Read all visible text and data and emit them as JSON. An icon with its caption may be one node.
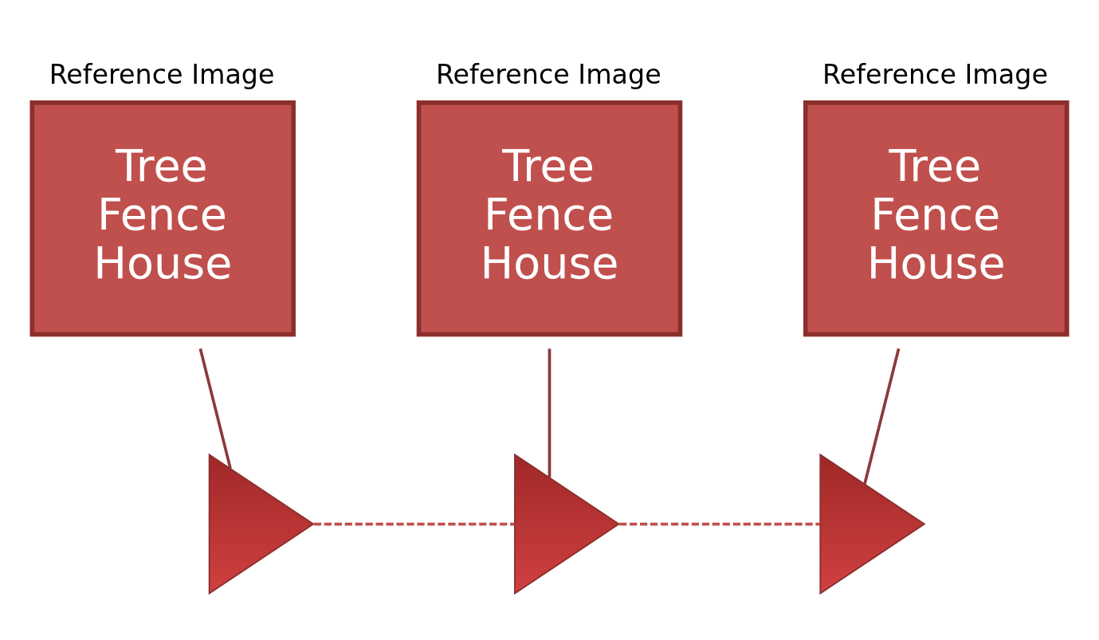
{
  "diagram": {
    "nodes": [
      {
        "text": [
          "Reference Image",
          "Tree Fence House"
        ]
      },
      {
        "text": [
          "Reference Image",
          "Tree Fence House"
        ]
      },
      {
        "text": [
          "Reference Image",
          "Tree Fence House"
        ]
      },
      {
        "text": [],
        "shape": "triangle"
      },
      {
        "text": [],
        "shape": "triangle"
      },
      {
        "text": [],
        "shape": "triangle"
      }
    ],
    "edges": [
      {
        "from": 0,
        "to": 3,
        "arrow": "none"
      },
      {
        "from": 1,
        "to": 4,
        "arrow": "none"
      },
      {
        "from": 2,
        "to": 5,
        "arrow": "none"
      },
      {
        "from": 3,
        "to": 4,
        "arrow": "none",
        "style": "dashed",
        "color": "#c0504d"
      },
      {
        "from": 4,
        "to": 5,
        "arrow": "none",
        "style": "dashed",
        "color": "#c0504d"
      }
    ]
  }
}
